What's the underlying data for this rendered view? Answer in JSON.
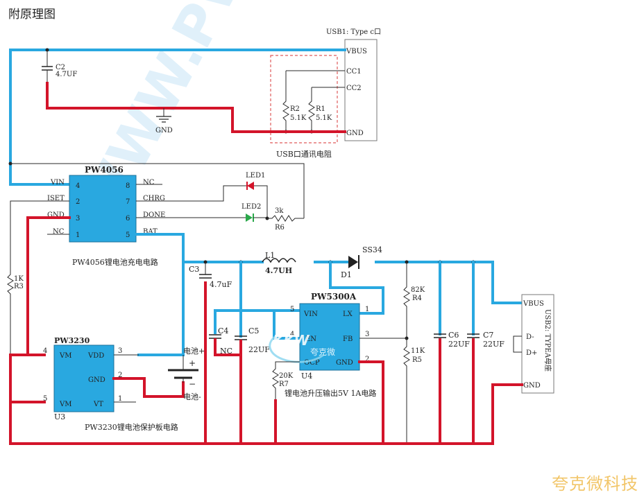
{
  "page": {
    "title": "附原理图",
    "brand": "夸克微科技"
  },
  "watermark": {
    "text": "WWW.PW",
    "logo_text": "KKW",
    "logo_sub": "夸克微"
  },
  "colors": {
    "positive_trace": "#29a8e0",
    "ground_trace": "#d3142a",
    "chip": "#29a8e0",
    "box_dash": "#e05a5a"
  },
  "usb1": {
    "title": "USB1: Type c口",
    "pins": [
      "VBUS",
      "CC1",
      "CC2",
      "GND"
    ],
    "box_caption": "USB口通讯电阻",
    "r2": {
      "ref": "R2",
      "value": "5.1K"
    },
    "r1": {
      "ref": "R1",
      "value": "5.1K"
    }
  },
  "c2": {
    "ref": "C2",
    "value": "4.7UF"
  },
  "gnd_label": "GND",
  "pw4056": {
    "name": "PW4056",
    "caption": "PW4056锂电池充电电路",
    "left_pins": [
      {
        "name": "VIN",
        "num": "4"
      },
      {
        "name": "ISET",
        "num": "2"
      },
      {
        "name": "GND",
        "num": "3"
      },
      {
        "name": "NC",
        "num": "1"
      }
    ],
    "right_pins": [
      {
        "name": "NC",
        "num": "8"
      },
      {
        "name": "CHRG",
        "num": "7"
      },
      {
        "name": "DONE",
        "num": "6"
      },
      {
        "name": "BAT",
        "num": "5"
      }
    ]
  },
  "led1": "LED1",
  "led2": "LED2",
  "r6": {
    "ref": "R6",
    "value": "3k"
  },
  "r3": {
    "ref": "R3",
    "value": "1K"
  },
  "l1": {
    "ref": "L1",
    "value": "4.7UH"
  },
  "d1": {
    "ref": "D1",
    "value": "SS34"
  },
  "c3": {
    "ref": "C3",
    "value": "4.7uF"
  },
  "c4": {
    "ref": "C4",
    "value": "NC"
  },
  "c5": {
    "ref": "C5",
    "value": "22UF"
  },
  "c6": {
    "ref": "C6",
    "value": "22UF"
  },
  "c7": {
    "ref": "C7",
    "value": "22UF"
  },
  "r4": {
    "ref": "R4",
    "value": "82K"
  },
  "r5": {
    "ref": "R5",
    "value": "11K"
  },
  "r7": {
    "ref": "R7",
    "value": "20K"
  },
  "pw5300a": {
    "name": "PW5300A",
    "ref": "U4",
    "caption": "锂电池升压输出5V 1A电路",
    "left_pins": [
      {
        "name": "VIN",
        "num": "5"
      },
      {
        "name": "EN",
        "num": "4"
      },
      {
        "name": "OCP",
        "num": ""
      }
    ],
    "right_pins": [
      {
        "name": "LX",
        "num": "1"
      },
      {
        "name": "FB",
        "num": "3"
      },
      {
        "name": "GND",
        "num": "2"
      }
    ]
  },
  "pw3230": {
    "name": "PW3230",
    "ref": "U3",
    "caption": "PW3230锂电池保护板电路",
    "left_pins": [
      {
        "name": "VM",
        "num": "4"
      },
      {
        "name": "VM",
        "num": "5"
      }
    ],
    "right_pins": [
      {
        "name": "VDD",
        "num": "3"
      },
      {
        "name": "GND",
        "num": "2"
      },
      {
        "name": "VT",
        "num": "1"
      }
    ]
  },
  "battery": {
    "plus_label": "电池+",
    "minus_label": "电池-",
    "plus": "+",
    "minus": "−"
  },
  "usb2": {
    "title": "USB2: TYPEA母座",
    "pins": [
      "VBUS",
      "D-",
      "D+",
      "GND"
    ]
  }
}
